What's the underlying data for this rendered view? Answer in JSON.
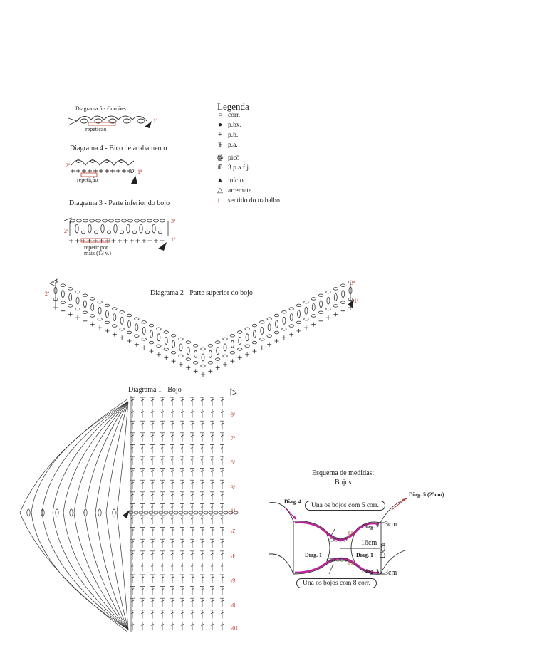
{
  "diagram5": {
    "title": "Diagrama 5 - Cordões",
    "repeat": "repetição",
    "row1": "1ª"
  },
  "diagram4": {
    "title": "Diagrama 4 - Bico de acabamento",
    "repeat": "repetição",
    "row1": "1ª",
    "row2": "2ª"
  },
  "diagram3": {
    "title": "Diagrama 3 - Parte inferior do bojo",
    "repeat_line1": "repetir por",
    "repeat_line2": "mais (13 v.)",
    "row1": "1ª",
    "row2": "2ª",
    "row3": "3ª"
  },
  "diagram2": {
    "title": "Diagrama 2 - Parte superior do bojo",
    "row1": "1ª",
    "row2": "2ª",
    "row3": "3ª"
  },
  "diagram1": {
    "title": "Diagrama 1 - Bojo",
    "rows_up": [
      "9ª",
      "7ª",
      "5ª",
      "3ª",
      "1ª"
    ],
    "rows_down": [
      "2ª",
      "4ª",
      "6ª",
      "8ª",
      "10ª"
    ]
  },
  "legend": {
    "title": "Legenda",
    "items": [
      {
        "symbol": "○",
        "label": "corr.",
        "icon": "chain-stitch-icon"
      },
      {
        "symbol": "●",
        "label": "p.bx.",
        "icon": "slip-stitch-icon"
      },
      {
        "symbol": "+",
        "label": "p.b.",
        "icon": "single-crochet-icon"
      },
      {
        "symbol": "Ŧ",
        "label": "p.a.",
        "icon": "double-crochet-icon"
      },
      {
        "symbol": "ꙮ",
        "label": "picô",
        "icon": "picot-icon"
      },
      {
        "symbol": "⦶",
        "label": "3 p.a.f.j.",
        "icon": "cluster-icon"
      },
      {
        "symbol": "▲",
        "label": "início",
        "icon": "start-arrow-icon"
      },
      {
        "symbol": "△",
        "label": "arremate",
        "icon": "fasten-off-icon"
      },
      {
        "symbol": "↑↑",
        "label": "sentido do trabalho",
        "icon": "work-direction-icon"
      }
    ]
  },
  "measurements": {
    "title_line1": "Esquema de medidas:",
    "title_line2": "Bojos",
    "diag4": "Diag. 4",
    "diag5": "Diag. 5 (25cm)",
    "diag2": "Diag. 2",
    "diag3": "Diag. 3",
    "diag1_left": "Diag. 1",
    "diag1_right": "Diag. 1",
    "note_top": "Una os bojos com 5 corr.",
    "note_bottom": "Una os bojos com 8 corr.",
    "dim_top": "3cm",
    "dim_bottom": "3cm",
    "dim_height": "19cm",
    "dim_width": "16cm"
  },
  "colors": {
    "accent": "#c0392b",
    "magenta": "#c020a0",
    "ink": "#222222"
  }
}
